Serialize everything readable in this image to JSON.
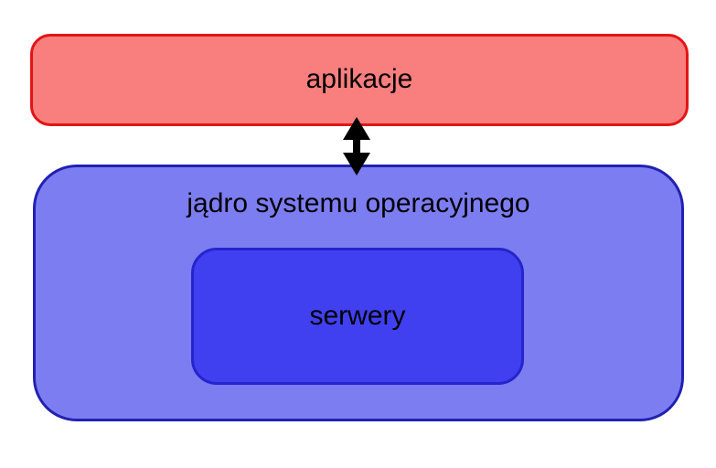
{
  "diagram": {
    "title": "os-architecture-diagram",
    "boxes": {
      "applications": {
        "label": "aplikacje"
      },
      "kernel": {
        "label": "jądro systemu operacyjnego"
      },
      "servers": {
        "label": "serwery"
      }
    },
    "arrow": {
      "type": "double-headed-vertical",
      "connects": [
        "aplikacje",
        "jądro systemu operacyjnego"
      ]
    }
  },
  "colors": {
    "background": "#ffffff",
    "text": "#000000",
    "applications-fill": "#f97e7e",
    "applications-border": "#e21515",
    "kernel-fill": "#7d7df2",
    "kernel-border": "#2121b2",
    "servers-fill": "#4040f0",
    "servers-border": "#2525cd",
    "arrow": "#000000"
  }
}
